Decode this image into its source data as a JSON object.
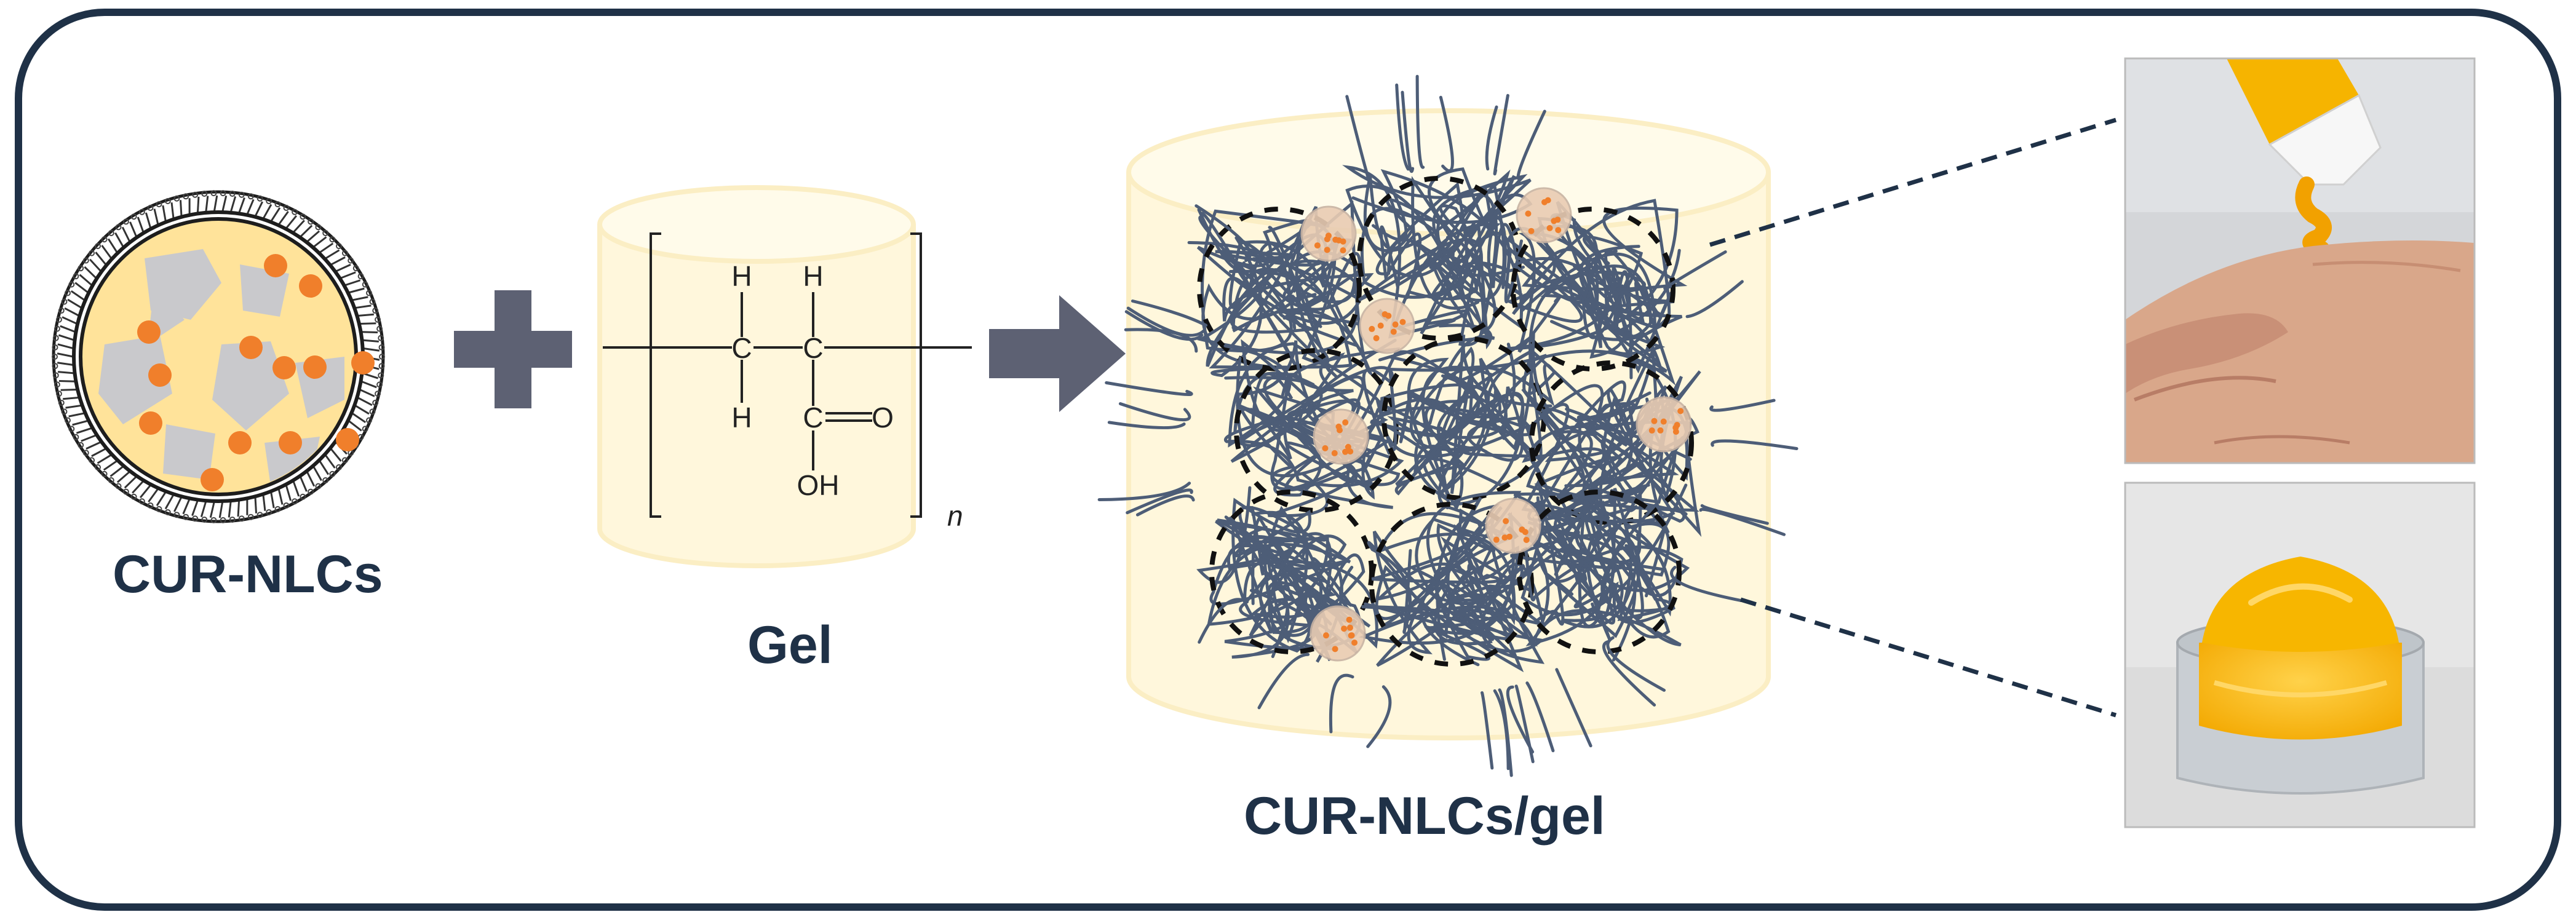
{
  "labels": {
    "nlc": "CUR-NLCs",
    "gel": "Gel",
    "combo": "CUR-NLCs/gel"
  },
  "chem_structure": {
    "atoms": [
      "H",
      "H",
      "C",
      "C",
      "H",
      "C",
      "O",
      "OH"
    ],
    "repeat_subscript": "n"
  },
  "colors": {
    "frame": "#1f3147",
    "text": "#1f3147",
    "operator": "#5d6173",
    "lipid_core": "#ffe39a",
    "drug_particle": "#f07f2b",
    "crystal": "#c9c9cc",
    "gel_container": "#fff7dc",
    "polymer_chain": "#4d5d77"
  },
  "photos": [
    {
      "name": "gel-applied-to-hand-photo"
    },
    {
      "name": "gel-in-jar-photo"
    }
  ]
}
